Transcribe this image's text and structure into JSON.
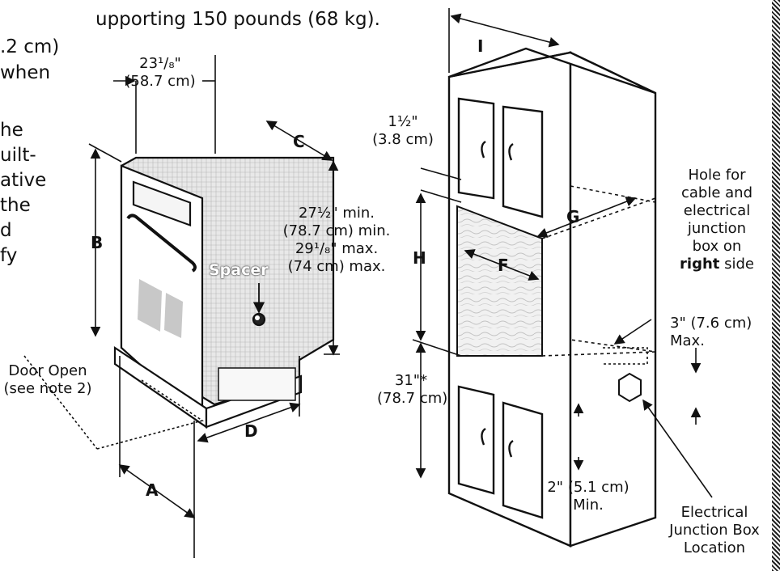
{
  "intro_text": {
    "lines": [
      "upporting 150 pounds (68 kg).",
      ".2 cm)",
      "when",
      "",
      "he",
      "uilt-",
      "ative",
      "the",
      "d",
      "fy"
    ]
  },
  "oven": {
    "width_label": [
      "23¹/₈\"",
      "(58.7 cm)"
    ],
    "dim_c": "C",
    "dim_b": "B",
    "dim_a": "A",
    "dim_d": "D",
    "spacer_label": "Spacer",
    "depth_label": [
      "27½\" min.",
      "(78.7 cm) min.",
      "29¹/₈\" max.",
      "(74 cm) max."
    ],
    "door_open_label": [
      "Door Open",
      "(see note 2)"
    ]
  },
  "cabinet": {
    "dim_i": "I",
    "dim_g": "G",
    "dim_f": "F",
    "dim_h": "H",
    "top_gap_label": [
      "1½\"",
      "(3.8 cm)"
    ],
    "bottom_height_label": [
      "31\"*",
      "(78.7 cm)"
    ],
    "hole_label": [
      "Hole for",
      "cable and",
      "electrical",
      "junction",
      "box on"
    ],
    "hole_label_bold": "right",
    "hole_label_tail": " side",
    "max_gap_label": [
      "3\" (7.6 cm)",
      "Max."
    ],
    "min_gap_label": [
      "2\" (5.1 cm)",
      "Min."
    ],
    "junction_label": [
      "Electrical",
      "Junction Box",
      "Location"
    ]
  },
  "colors": {
    "line": "#111111",
    "texture": "#d6d6d6",
    "background": "#ffffff"
  }
}
